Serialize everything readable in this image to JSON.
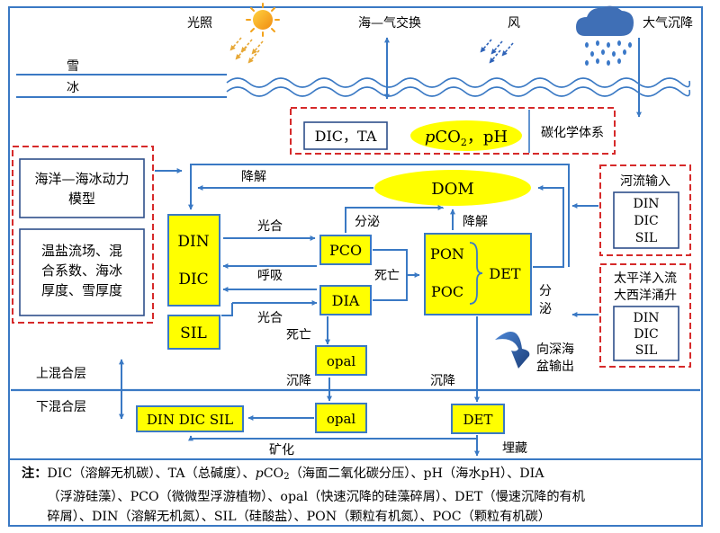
{
  "atmosphere": {
    "light": "光照",
    "air_sea_exchange": "海—气交换",
    "wind": "风",
    "deposition": "大气沉降"
  },
  "ice": {
    "snow": "雪",
    "ice": "冰"
  },
  "carbonate": {
    "dic_ta": "DIC，TA",
    "pco2_p": "p",
    "pco2_co": "CO",
    "pco2_sub": "2",
    "pco2_ph": "，pH",
    "label": "碳化学体系"
  },
  "model": {
    "title_line1": "海洋—海冰动力",
    "title_line2": "模型",
    "params_line1": "温盐流场、混",
    "params_line2": "合系数、海冰",
    "params_line3": "厚度、雪厚度"
  },
  "nodes": {
    "din": "DIN",
    "dic": "DIC",
    "sil": "SIL",
    "pco": "PCO",
    "dia": "DIA",
    "dom": "DOM",
    "pon": "PON",
    "poc": "POC",
    "det": "DET",
    "opal_upper": "opal",
    "opal_lower": "opal",
    "det_lower": "DET",
    "nutrients_lower": "DIN DIC SIL"
  },
  "processes": {
    "degradation_top": "降解",
    "photosynthesis_1": "光合",
    "secretion_1": "分泌",
    "degradation_2": "降解",
    "respiration": "呼吸",
    "mortality_1": "死亡",
    "photosynthesis_2": "光合",
    "mortality_2": "死亡",
    "secretion_2_a": "分",
    "secretion_2_b": "泌",
    "sinking_1": "沉降",
    "sinking_2": "沉降",
    "remineralization": "矿化",
    "burial": "埋藏",
    "export_line1": "向深海",
    "export_line2": "盆输出"
  },
  "river": {
    "title": "河流输入",
    "din": "DIN",
    "dic": "DIC",
    "sil": "SIL"
  },
  "ocean": {
    "title_line1": "太平洋入流",
    "title_line2": "大西洋涌升",
    "din": "DIN",
    "dic": "DIC",
    "sil": "SIL"
  },
  "layers": {
    "upper": "上混合层",
    "lower": "下混合层"
  },
  "note": {
    "lead": "注：",
    "dic": "DIC（溶解无机碳）、TA（总碱度）、",
    "p": "p",
    "co": "CO",
    "sub": "2",
    "rest1": "（海面二氧化碳分压）、pH（海水pH）、DIA",
    "line2": "（浮游硅藻）、PCO（微微型浮游植物）、opal（快速沉降的硅藻碎屑）、DET（慢速沉降的有机",
    "line3": "碎屑）、DIN（溶解无机氮）、SIL（硅酸盐）、PON（颗粒有机氮）、POC（颗粒有机碳）"
  },
  "colors": {
    "blue": "#3a79c4",
    "dark_blue": "#2e4f8a",
    "yellow": "#ffff00",
    "red_dash": "#d62a2a",
    "sun": "#f3a21a",
    "sunray": "#e7a836",
    "wind": "#2f63b8",
    "cloud": "#3f6fb6",
    "rain": "#3a78c8"
  }
}
